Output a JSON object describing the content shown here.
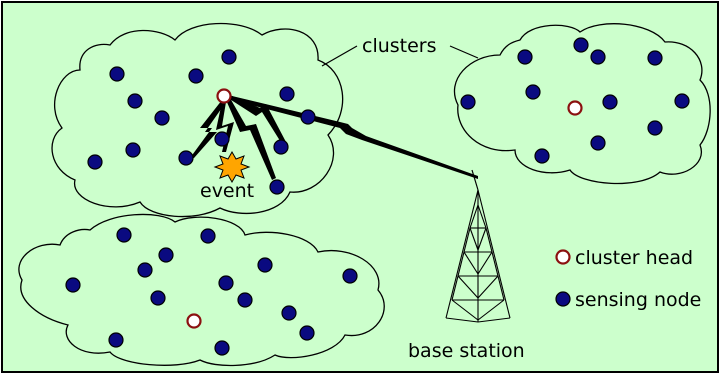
{
  "labels": {
    "clusters": "clusters",
    "event": "event",
    "base_station": "base station",
    "legend_cluster_head": "cluster head",
    "legend_sensing_node": "sensing node"
  },
  "colors": {
    "background": "#ccffcc",
    "cluster_fill": "#ccffcc",
    "outline": "#000000",
    "sensing_node_fill": "#0a0a80",
    "cluster_head_stroke": "#8b1010",
    "event_fill": "#ffa500"
  },
  "icons": [
    "cluster-head-icon",
    "sensing-node-icon",
    "event-icon",
    "base-station-tower-icon",
    "wireless-link-icon"
  ]
}
